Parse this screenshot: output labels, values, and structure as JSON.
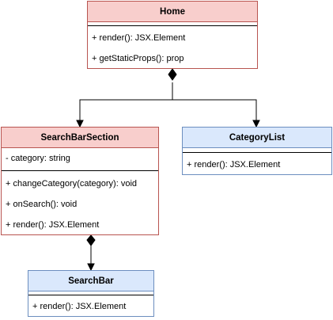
{
  "classes": {
    "home": {
      "name": "Home",
      "methods": [
        "+ render(): JSX.Element",
        "+ getStaticProps(): prop"
      ]
    },
    "search_bar_section": {
      "name": "SearchBarSection",
      "attributes": [
        "- category: string"
      ],
      "methods": [
        "+ changeCategory(category): void",
        "+ onSearch(): void",
        "+ render(): JSX.Element"
      ]
    },
    "category_list": {
      "name": "CategoryList",
      "methods": [
        "+ render(): JSX.Element"
      ]
    },
    "search_bar": {
      "name": "SearchBar",
      "methods": [
        "+ render(): JSX.Element"
      ]
    }
  },
  "colors": {
    "red_fill": "#f8cecc",
    "red_stroke": "#b85450",
    "blue_fill": "#dae8fc",
    "blue_stroke": "#6c8ebf"
  }
}
